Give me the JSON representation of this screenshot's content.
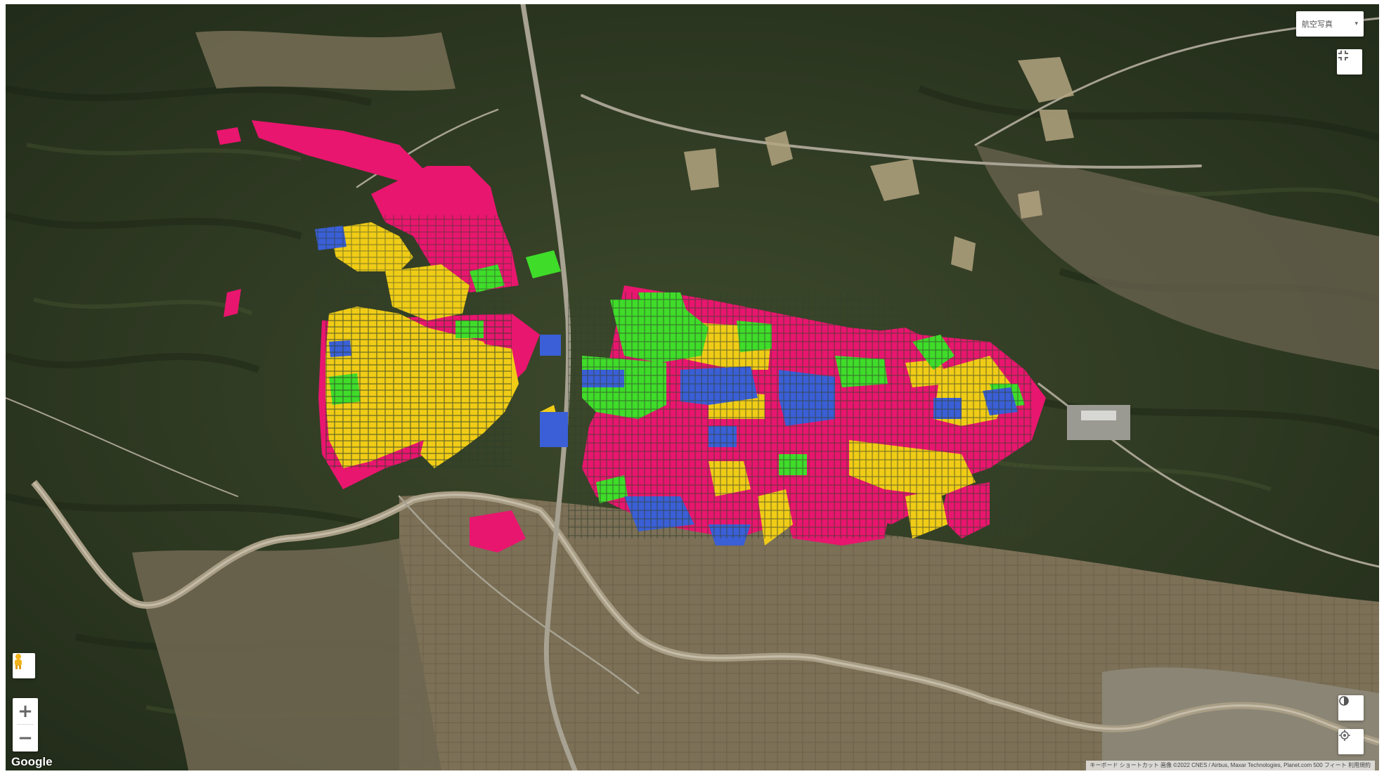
{
  "map": {
    "type_selector": {
      "label": "航空写真"
    },
    "logo": "Google",
    "attribution": "キーボード ショートカット  画像 ©2022 CNES / Airbus, Maxar Technologies, Planet.com  500 フィート  利用規約",
    "legend_colors": {
      "field_magenta": "#e8166e",
      "field_yellow": "#f0cc16",
      "field_green": "#3fdc2a",
      "field_blue": "#3a5fd6"
    },
    "icons": {
      "maptype_arrow": "chevron-down-icon",
      "fullscreen": "fullscreen-exit-icon",
      "pegman": "pegman-icon",
      "zoom_in": "plus-icon",
      "zoom_out": "minus-icon",
      "contrast": "contrast-icon",
      "locate": "my-location-icon"
    }
  }
}
